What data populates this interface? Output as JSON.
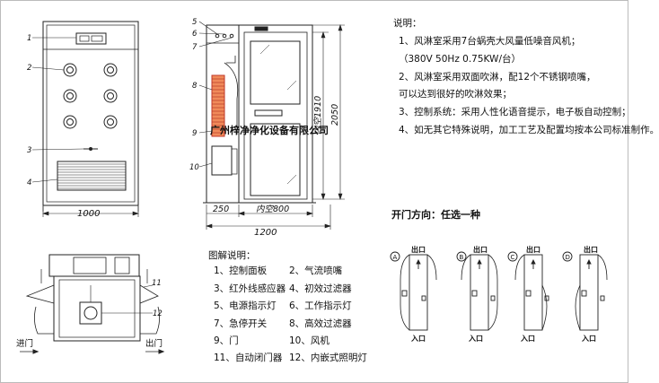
{
  "front_view": {
    "callouts": [
      "1",
      "2",
      "3",
      "4"
    ],
    "width_dim": "1000"
  },
  "side_view": {
    "callouts": [
      "5",
      "6",
      "7",
      "8",
      "9",
      "10"
    ],
    "dim_250": "250",
    "dim_inner_width": "内空800",
    "dim_total_width": "1200",
    "dim_inner_height": "内空1910",
    "dim_total_height": "2050",
    "watermark": "广州梓净净化设备有限公司"
  },
  "top_view": {
    "callouts": [
      "11",
      "12"
    ],
    "entry_label": "进门",
    "exit_label": "出门"
  },
  "notes": {
    "title": "说明：",
    "lines": [
      "1、风淋室采用7台蜗壳大风量低噪音风机；",
      "（380V 50Hz 0.75KW/台）",
      "2、风淋室采用双面吹淋，配12个不锈钢喷嘴，",
      "可以达到很好的吹淋效果；",
      "3、控制系统：采用人性化语音提示，电子板自动控制；",
      "4、如无其它特殊说明，加工工艺及配置均按本公司标准制作。"
    ]
  },
  "legend": {
    "title": "图解说明：",
    "items": [
      "1、控制面板",
      "2、气流喷嘴",
      "3、红外线感应器",
      "4、初效过滤器",
      "5、电源指示灯",
      "6、工作指示灯",
      "7、急停开关",
      "8、高效过滤器",
      "9、门",
      "10、风机",
      "11、自动闭门器",
      "12、内嵌式照明灯"
    ]
  },
  "door_options": {
    "title": "开门方向：任选一种",
    "variants": [
      {
        "id": "A",
        "exit": "出口",
        "entry": "入口"
      },
      {
        "id": "B",
        "exit": "出口",
        "entry": "入口"
      },
      {
        "id": "C",
        "exit": "出口",
        "entry": "入口"
      },
      {
        "id": "D",
        "exit": "出口",
        "entry": "入口"
      }
    ]
  }
}
